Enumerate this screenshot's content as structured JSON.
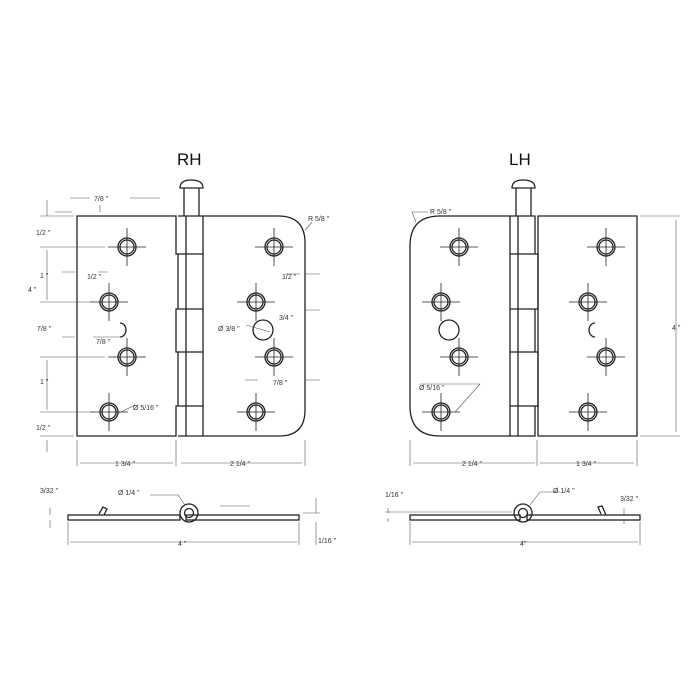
{
  "rh": {
    "title": "RH",
    "radius": "R 5/8 \"",
    "top_offset": "1/2 \"",
    "spacing_1": "1 \"",
    "mid": "7/8 \"",
    "spacing_2": "1 \"",
    "bottom_offset": "1/2 \"",
    "overall_height": "4 \"",
    "left_inset_top": "7/8 \"",
    "left_inset_2": "1/2 \"",
    "left_inset_3": "7/8 \"",
    "screw_hole": "Ø 5/16 \"",
    "right_inset_2": "1/2 \"",
    "right_inset_3": "3/4 \"",
    "pin_hole": "Ø 3/8 \"",
    "right_inset_4": "7/8 \"",
    "left_width": "1 3/4 \"",
    "right_width": "2 1/4 \""
  },
  "lh": {
    "title": "LH",
    "radius": "R 5/8 \"",
    "screw_hole": "Ø 5/16 \"",
    "overall_height": "4 \"",
    "left_width": "2 1/4 \"",
    "right_width": "1 3/4 \""
  },
  "rh_side": {
    "thickness": "3/32 \"",
    "pin": "Ø 1/4 \"",
    "length": "4 \"",
    "leaf": "1/16 \""
  },
  "lh_side": {
    "leaf": "1/16 \"",
    "pin": "Ø 1/4 \"",
    "thickness": "3/32 \"",
    "length": "4\""
  }
}
